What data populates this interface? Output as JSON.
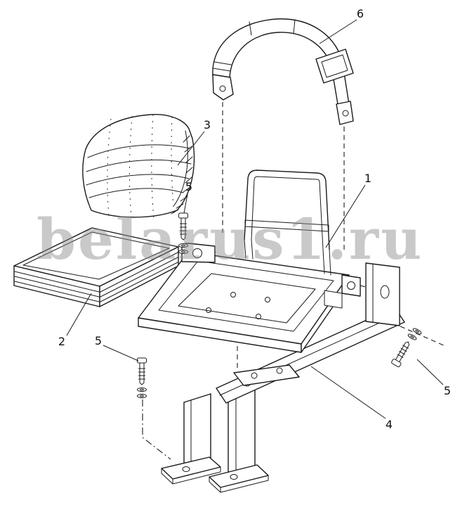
{
  "diagram": {
    "title": "seat-assembly-exploded-view",
    "watermark": "belarus1.ru",
    "colors": {
      "line": "#1b1b1b",
      "watermark": "#8c8c8c",
      "background": "#ffffff"
    },
    "labels": {
      "part1": "1",
      "part2": "2",
      "part3": "3",
      "part4": "4",
      "part5a": "5",
      "part5b": "5",
      "part5c": "5",
      "part6": "6"
    }
  }
}
